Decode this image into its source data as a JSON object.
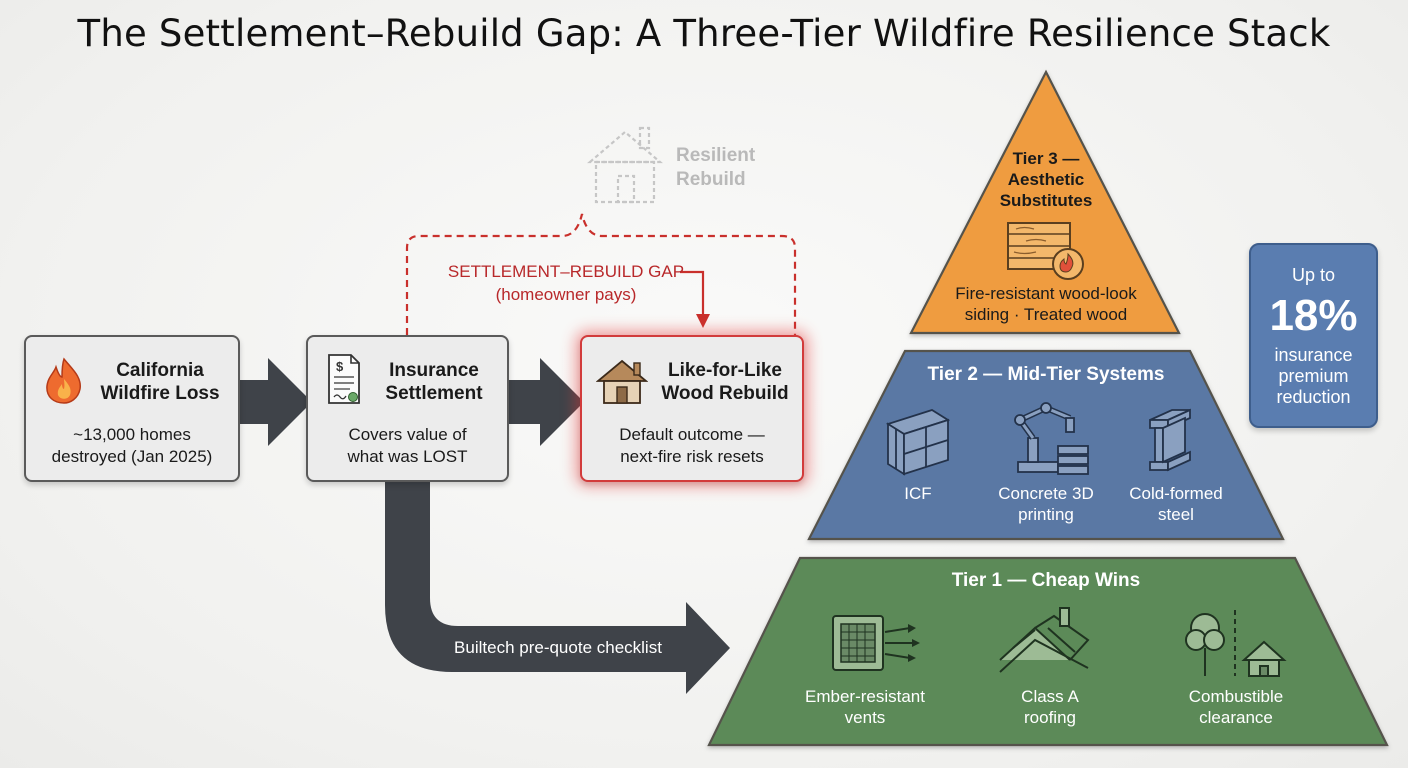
{
  "title": "The Settlement–Rebuild Gap: A Three-Tier Wildfire Resilience Stack",
  "flow": {
    "loss": {
      "title": "California Wildfire Loss",
      "detail": "~13,000 homes destroyed (Jan 2025)"
    },
    "settlement": {
      "title": "Insurance Settlement",
      "detail": "Covers value of what was LOST"
    },
    "rebuild": {
      "title": "Like-for-Like Wood Rebuild",
      "detail": "Default outcome — next-fire risk resets"
    },
    "gap_label": "SETTLEMENT–REBUILD GAP",
    "gap_sub": "(homeowner pays)",
    "resilient": "Resilient Rebuild",
    "checklist": "Builtech pre-quote checklist"
  },
  "tiers": {
    "tier3": {
      "label": "Tier 3 — Aesthetic Substitutes",
      "detail": "Fire-resistant wood-look siding · Treated wood"
    },
    "tier2": {
      "label": "Tier 2 — Mid-Tier Systems",
      "items": [
        "ICF",
        "Concrete 3D printing",
        "Cold-formed steel"
      ]
    },
    "tier1": {
      "label": "Tier 1 — Cheap Wins",
      "items": [
        "Ember-resistant vents",
        "Class A roofing",
        "Combustible clearance"
      ]
    }
  },
  "stat": {
    "prefix": "Up to",
    "value": "18%",
    "suffix": "insurance premium reduction"
  },
  "colors": {
    "tier3": "#ef9c3f",
    "tier2": "#5a78a4",
    "tier1": "#5c8a58",
    "arrow": "#3f4349",
    "gap": "#c9302c",
    "stat": "#5a7db0"
  }
}
